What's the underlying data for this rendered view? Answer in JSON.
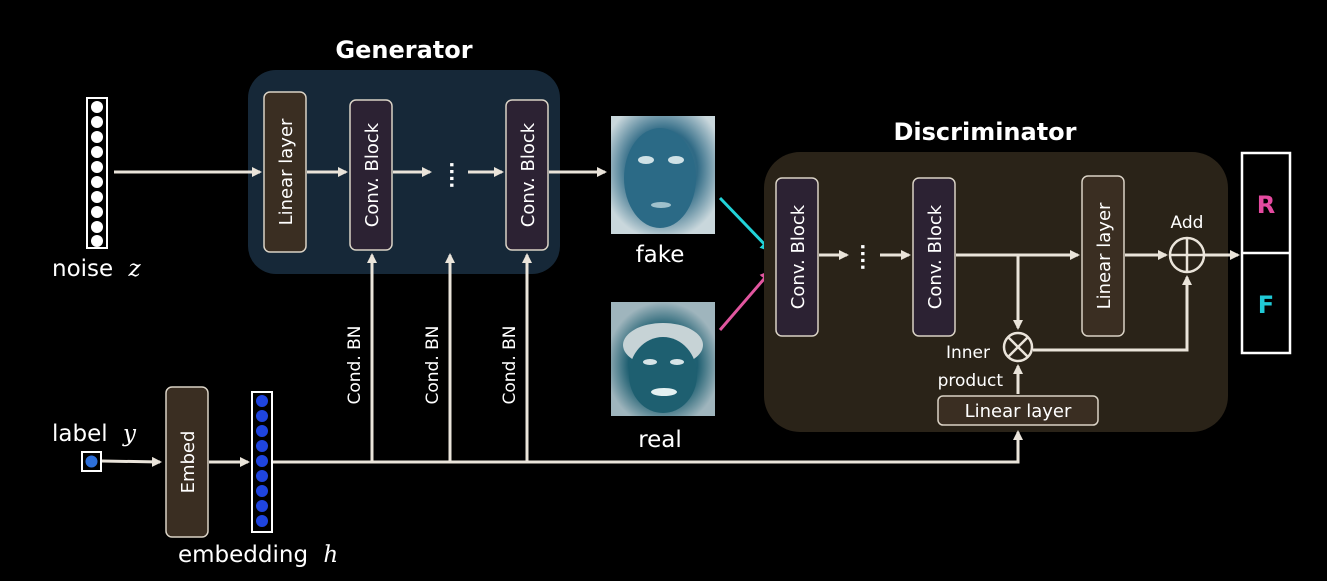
{
  "generator": {
    "title": "Generator",
    "linear_label": "Linear layer",
    "conv_label_1": "Conv. Block",
    "conv_label_2": "Conv. Block",
    "ellipsis": "····"
  },
  "discriminator": {
    "title": "Discriminator",
    "conv_label_1": "Conv. Block",
    "conv_label_2": "Conv. Block",
    "linear_label": "Linear layer",
    "bottom_linear_label": "Linear layer",
    "add_label": "Add",
    "inner_label_1": "Inner",
    "inner_label_2": "product",
    "ellipsis": "····"
  },
  "inputs": {
    "noise_label": "noise",
    "noise_symbol": "z",
    "label_label": "label",
    "label_symbol": "y",
    "embed_label": "Embed",
    "embedding_label": "embedding",
    "embedding_symbol": "h"
  },
  "cond_bn": [
    "Cond. BN",
    "Cond. BN",
    "Cond. BN"
  ],
  "images": {
    "fake_label": "fake",
    "real_label": "real"
  },
  "outputs": {
    "r_label": "R",
    "f_label": "F"
  },
  "colors": {
    "generator_bg": "#162838",
    "discriminator_bg": "#2a2318",
    "block_fill": "#2c2233",
    "linear_fill": "#3a2e22",
    "arrow": "#eae4da",
    "fake_arrow": "#22d3d9",
    "real_arrow": "#e1569f",
    "r_color": "#e54aa0",
    "f_color": "#20c9d6",
    "embed_dot": "#1f45e0",
    "label_dot": "#2d6fd9"
  }
}
